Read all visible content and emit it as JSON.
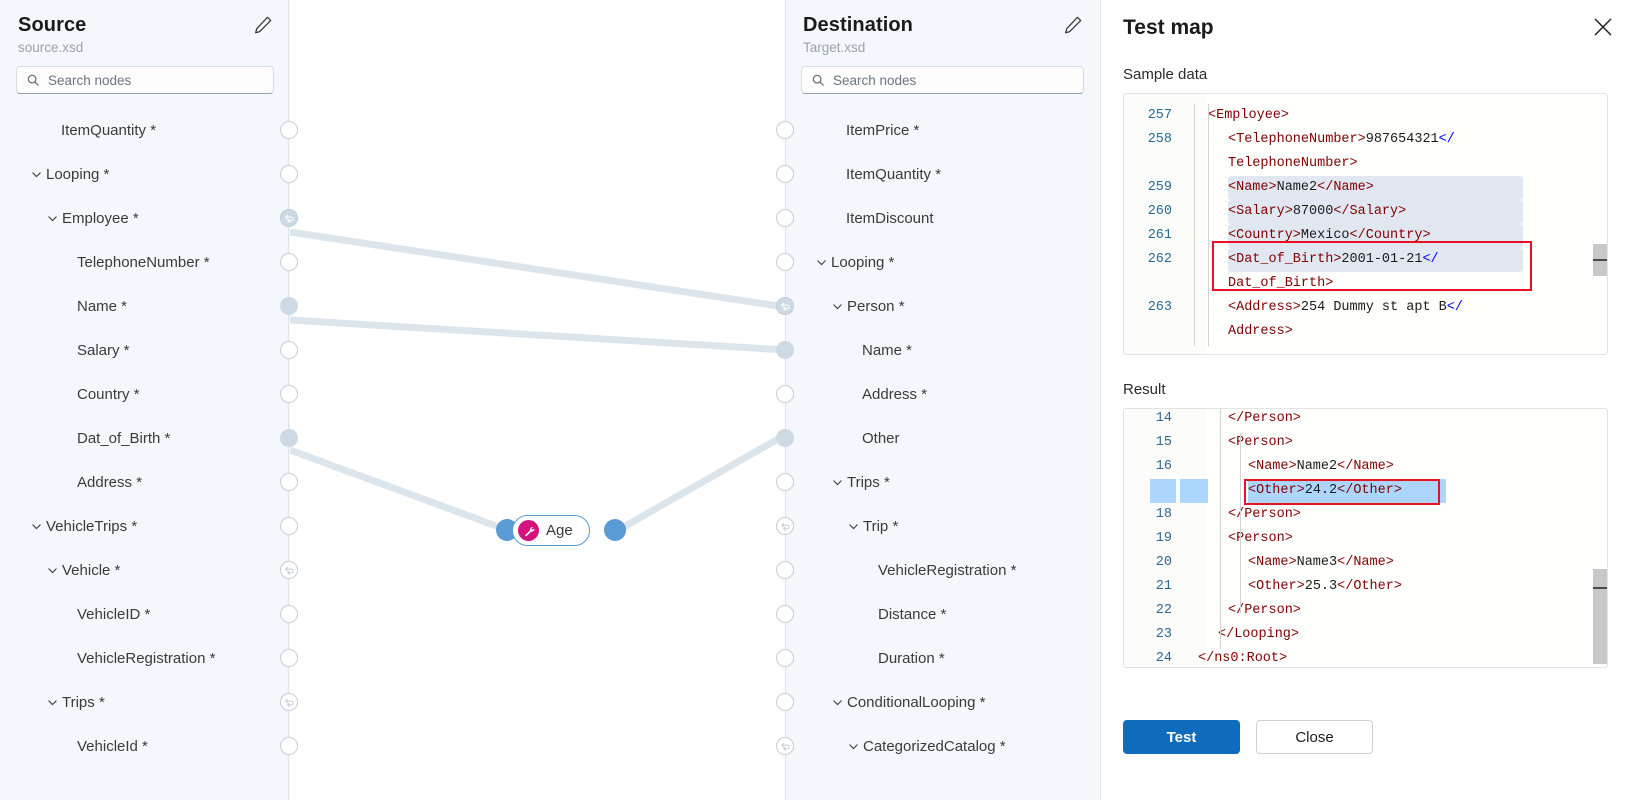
{
  "source_panel": {
    "title": "Source",
    "file": "source.xsd",
    "edit_icon": "pencil-icon",
    "search": {
      "placeholder": "Search nodes",
      "value": "",
      "icon": "search-icon"
    },
    "nodes": [
      {
        "label": "ItemQuantity *",
        "depth": 2,
        "chevron": false,
        "handle": "empty"
      },
      {
        "label": "Looping *",
        "depth": 1,
        "chevron": true,
        "handle": "empty"
      },
      {
        "label": "Employee *",
        "depth": 2,
        "chevron": true,
        "handle": "repeat-connected"
      },
      {
        "label": "TelephoneNumber *",
        "depth": 3,
        "chevron": false,
        "handle": "empty"
      },
      {
        "label": "Name *",
        "depth": 3,
        "chevron": false,
        "handle": "connected"
      },
      {
        "label": "Salary *",
        "depth": 3,
        "chevron": false,
        "handle": "empty"
      },
      {
        "label": "Country *",
        "depth": 3,
        "chevron": false,
        "handle": "empty"
      },
      {
        "label": "Dat_of_Birth *",
        "depth": 3,
        "chevron": false,
        "handle": "connected"
      },
      {
        "label": "Address *",
        "depth": 3,
        "chevron": false,
        "handle": "empty"
      },
      {
        "label": "VehicleTrips *",
        "depth": 1,
        "chevron": true,
        "handle": "empty"
      },
      {
        "label": "Vehicle *",
        "depth": 2,
        "chevron": true,
        "handle": "repeat"
      },
      {
        "label": "VehicleID *",
        "depth": 3,
        "chevron": false,
        "handle": "empty"
      },
      {
        "label": "VehicleRegistration *",
        "depth": 3,
        "chevron": false,
        "handle": "empty"
      },
      {
        "label": "Trips *",
        "depth": 2,
        "chevron": true,
        "handle": "repeat"
      },
      {
        "label": "VehicleId *",
        "depth": 3,
        "chevron": false,
        "handle": "empty"
      }
    ]
  },
  "destination_panel": {
    "title": "Destination",
    "file": "Target.xsd",
    "edit_icon": "pencil-icon",
    "search": {
      "placeholder": "Search nodes",
      "value": "",
      "icon": "search-icon"
    },
    "nodes": [
      {
        "label": "ItemPrice *",
        "depth": 2,
        "chevron": false,
        "handle": "empty"
      },
      {
        "label": "ItemQuantity *",
        "depth": 2,
        "chevron": false,
        "handle": "empty"
      },
      {
        "label": "ItemDiscount",
        "depth": 2,
        "chevron": false,
        "handle": "empty"
      },
      {
        "label": "Looping *",
        "depth": 1,
        "chevron": true,
        "handle": "empty"
      },
      {
        "label": "Person *",
        "depth": 2,
        "chevron": true,
        "handle": "repeat-connected"
      },
      {
        "label": "Name *",
        "depth": 3,
        "chevron": false,
        "handle": "connected"
      },
      {
        "label": "Address *",
        "depth": 3,
        "chevron": false,
        "handle": "empty"
      },
      {
        "label": "Other",
        "depth": 3,
        "chevron": false,
        "handle": "connected"
      },
      {
        "label": "Trips *",
        "depth": 2,
        "chevron": true,
        "handle": "empty"
      },
      {
        "label": "Trip *",
        "depth": 3,
        "chevron": true,
        "handle": "repeat"
      },
      {
        "label": "VehicleRegistration *",
        "depth": 4,
        "chevron": false,
        "handle": "empty"
      },
      {
        "label": "Distance *",
        "depth": 4,
        "chevron": false,
        "handle": "empty"
      },
      {
        "label": "Duration *",
        "depth": 4,
        "chevron": false,
        "handle": "empty"
      },
      {
        "label": "ConditionalLooping *",
        "depth": 2,
        "chevron": true,
        "handle": "empty"
      },
      {
        "label": "CategorizedCatalog *",
        "depth": 3,
        "chevron": true,
        "handle": "repeat"
      }
    ]
  },
  "canvas": {
    "function_node": {
      "label": "Age",
      "icon": "function-wrench-icon",
      "accent_color": "#d4137f",
      "border_color": "#5b9bd5",
      "port_color": "#5b9bd5"
    },
    "edge_color": "#dde5ec"
  },
  "drawer": {
    "title": "Test map",
    "close_icon": "close-icon",
    "sample_label": "Sample data",
    "result_label": "Result",
    "sample_lines": [
      {
        "num": "257",
        "segments": [
          {
            "t": "<Employee>",
            "c": "tag"
          }
        ],
        "indent": 0,
        "highlight": false
      },
      {
        "num": "258",
        "segments": [
          {
            "t": "<TelephoneNumber>",
            "c": "tag"
          },
          {
            "t": "987654321",
            "c": "txt"
          },
          {
            "t": "</",
            "c": "ang"
          }
        ],
        "indent": 1,
        "highlight": false
      },
      {
        "num": "",
        "segments": [
          {
            "t": "TelephoneNumber>",
            "c": "tag"
          }
        ],
        "indent": 1,
        "wrap": true,
        "highlight": false
      },
      {
        "num": "259",
        "segments": [
          {
            "t": "<Name>",
            "c": "tag"
          },
          {
            "t": "Name2",
            "c": "txt"
          },
          {
            "t": "</Name>",
            "c": "tag"
          }
        ],
        "indent": 1,
        "highlight": true
      },
      {
        "num": "260",
        "segments": [
          {
            "t": "<Salary>",
            "c": "tag"
          },
          {
            "t": "87000",
            "c": "txt"
          },
          {
            "t": "</Salary>",
            "c": "tag"
          }
        ],
        "indent": 1,
        "highlight": true
      },
      {
        "num": "261",
        "segments": [
          {
            "t": "<Country>",
            "c": "tag"
          },
          {
            "t": "Mexico",
            "c": "txt"
          },
          {
            "t": "</Country>",
            "c": "tag"
          }
        ],
        "indent": 1,
        "highlight": true
      },
      {
        "num": "262",
        "segments": [
          {
            "t": "<Dat_of_Birth>",
            "c": "tag"
          },
          {
            "t": "2001-01-21",
            "c": "txt"
          },
          {
            "t": "</",
            "c": "ang"
          }
        ],
        "indent": 1,
        "highlight": true,
        "boxed": true
      },
      {
        "num": "",
        "segments": [
          {
            "t": "Dat_of_Birth>",
            "c": "tag"
          }
        ],
        "indent": 1,
        "wrap": true,
        "boxed": true,
        "highlight": false
      },
      {
        "num": "263",
        "segments": [
          {
            "t": "<Address>",
            "c": "tag"
          },
          {
            "t": "254 Dummy st apt B",
            "c": "txt"
          },
          {
            "t": "</",
            "c": "ang"
          }
        ],
        "indent": 1,
        "highlight": false
      },
      {
        "num": "",
        "segments": [
          {
            "t": "Address>",
            "c": "tag"
          }
        ],
        "indent": 1,
        "wrap": true,
        "highlight": false
      }
    ],
    "result_lines": [
      {
        "num": "14",
        "segments": [
          {
            "t": "</Person>",
            "c": "tag"
          }
        ],
        "indent": 1,
        "clipped": true
      },
      {
        "num": "15",
        "segments": [
          {
            "t": "<Person>",
            "c": "tag"
          }
        ],
        "indent": 1
      },
      {
        "num": "16",
        "segments": [
          {
            "t": "<Name>",
            "c": "tag"
          },
          {
            "t": "Name2",
            "c": "txt"
          },
          {
            "t": "</Name>",
            "c": "tag"
          }
        ],
        "indent": 2
      },
      {
        "num": "17",
        "segments": [
          {
            "t": "<Other>",
            "c": "tag"
          },
          {
            "t": "24.2",
            "c": "txt"
          },
          {
            "t": "</Other>",
            "c": "tag"
          }
        ],
        "indent": 2,
        "selected": true,
        "boxed": true
      },
      {
        "num": "18",
        "segments": [
          {
            "t": "</Person>",
            "c": "tag"
          }
        ],
        "indent": 1
      },
      {
        "num": "19",
        "segments": [
          {
            "t": "<Person>",
            "c": "tag"
          }
        ],
        "indent": 1
      },
      {
        "num": "20",
        "segments": [
          {
            "t": "<Name>",
            "c": "tag"
          },
          {
            "t": "Name3",
            "c": "txt"
          },
          {
            "t": "</Name>",
            "c": "tag"
          }
        ],
        "indent": 2
      },
      {
        "num": "21",
        "segments": [
          {
            "t": "<Other>",
            "c": "tag"
          },
          {
            "t": "25.3",
            "c": "txt"
          },
          {
            "t": "</Other>",
            "c": "tag"
          }
        ],
        "indent": 2
      },
      {
        "num": "22",
        "segments": [
          {
            "t": "</Person>",
            "c": "tag"
          }
        ],
        "indent": 1
      },
      {
        "num": "23",
        "segments": [
          {
            "t": "</Looping>",
            "c": "tag"
          }
        ],
        "indent": 0.5
      },
      {
        "num": "24",
        "segments": [
          {
            "t": "</ns0:Root>",
            "c": "tag"
          }
        ],
        "indent": -0.5
      }
    ],
    "test_button": "Test",
    "close_button": "Close",
    "primary_color": "#0f6cbd",
    "highlight_color": "#add6ff",
    "box_color": "#e81123"
  }
}
